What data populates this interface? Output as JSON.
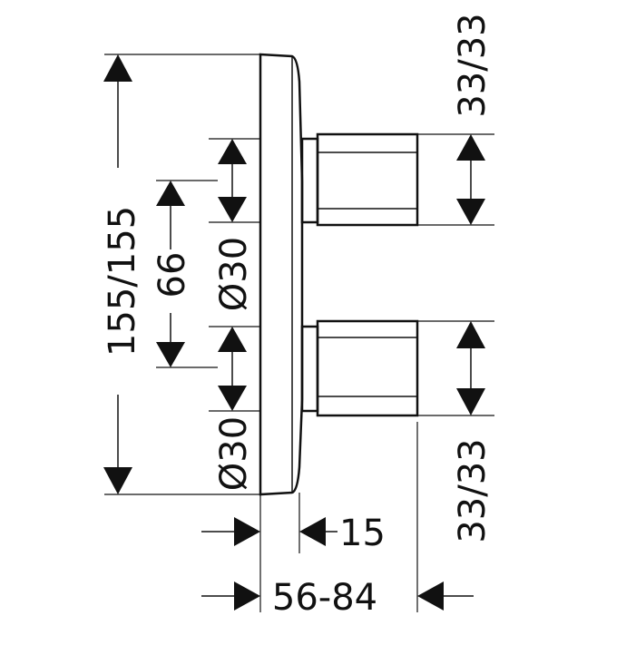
{
  "diagram": {
    "dimensions": {
      "overall_height": "155/155",
      "spacing": "66",
      "diameter_upper": "Ø30",
      "diameter_lower": "Ø30",
      "handle_upper": "33/33",
      "handle_lower": "33/33",
      "handle_offset": "15",
      "depth": "56-84"
    }
  }
}
